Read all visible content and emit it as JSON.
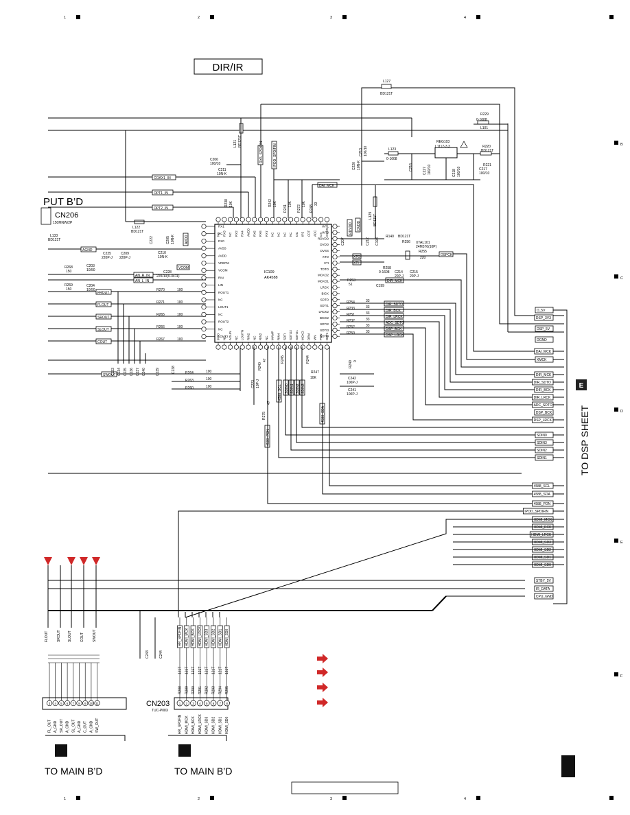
{
  "title": "DIR/IR",
  "side_label": "TO DSP SHEET",
  "top_left_label": "PUT B’D",
  "bottom_labels": [
    "TO MAIN B’D",
    "TO MAIN B’D"
  ],
  "connectors": {
    "cn206": {
      "name": "CN206",
      "part": "150MNW/2P"
    },
    "cn203": {
      "name": "CN203",
      "part": "TUC-P08X"
    },
    "left_pins": [
      "FL_OUT",
      "A_GND",
      "SR_OUT",
      "A_GND",
      "SL_OUT",
      "A_GND",
      "C_OUT",
      "A_GND",
      "SW_OUT"
    ],
    "left_pin_numbers": [
      "3",
      "4",
      "5",
      "6",
      "7",
      "8",
      "9",
      "10",
      "11"
    ],
    "cn203_pins": [
      "HR_SPDFIN",
      "HDMI_MCK",
      "HDMI_BCK",
      "HDMI_LRCK",
      "HDMI_SD3",
      "HDMI_SD2",
      "HDMI_SD1",
      "HDMI_SD0"
    ],
    "cn203_pin_numbers": [
      "1",
      "2",
      "3",
      "4",
      "5",
      "6",
      "7",
      "8"
    ]
  },
  "ic": {
    "ref": "IC109",
    "part": "AK4588",
    "xtal": [
      "XTAL101",
      "24M576(10P)"
    ]
  },
  "ic_left_pins": [
    "RX1",
    "NC",
    "RX0",
    "AVSS",
    "AVDD",
    "VREFM",
    "VCOM",
    "RIN",
    "LIN",
    "ROUT1",
    "NC",
    "LOUT1",
    "NC",
    "ROUT2",
    "NC",
    "LOUT2"
  ],
  "ic_right_pins": [
    "INT1",
    "INT0",
    "RDVDD",
    "DVDD",
    "DVSS",
    "XTO",
    "XTI",
    "TDTO",
    "MCKO2",
    "MCKO1",
    "LRCK",
    "BICK",
    "SDTO",
    "SDTI1",
    "LRCK2",
    "BICK2",
    "SDTI2",
    "SDTI3",
    "SDTI4"
  ],
  "ic_top_pins": [
    "NC",
    "RX3",
    "NC",
    "RX2",
    "RX4",
    "AVDD",
    "RX5",
    "RX6",
    "RX7",
    "NC",
    "NC",
    "NC",
    "NC",
    "I2C",
    "IPS",
    "CDT",
    "ADC",
    "CS",
    "OCKS"
  ],
  "ic_bottom_pins": [
    "IPS0",
    "NC",
    "AOLIN",
    "NC",
    "LOUTN",
    "RIN2",
    "NC",
    "RIN2",
    "NC",
    "MAMP",
    "RIN4",
    "SDTI",
    "SDTO2",
    "SDTO1",
    "MCKO",
    "DEM",
    "VIN",
    "PDN",
    "DZF1"
  ],
  "right_signals": [
    "D_5V",
    "DSP_3V3",
    "DSP_5V",
    "DGND",
    "DAI_MCK",
    "XMCK",
    "DIR_MCK",
    "DIR_SDTO",
    "DIR_BCK",
    "DIR_LRCK",
    "ADC_SDTO",
    "DSP_BCK",
    "DSP_LRCK",
    "SDIN0",
    "SDIN3",
    "SDIN2",
    "SDIN1",
    "4588_SCL",
    "4588_SDA",
    "4588_PDN",
    "IPOD_SPDIFIN",
    "HDMI_MCK",
    "HDMI_BCK",
    "HDMI_LRCK",
    "HDMI_SD3",
    "HDMI_SD2",
    "HDMI_SD1",
    "HDMI_SD0",
    "STBY_5V",
    "IR_DATA",
    "CPU_GND"
  ],
  "left_tags": [
    "COAX1_IN",
    "OPT1_IN",
    "OPT2_IN",
    "AGND",
    "AN_R_IN",
    "AN_L_IN",
    "FROUT",
    "FLOUT",
    "SROUT",
    "SLOUT",
    "COUT",
    "SWOUT"
  ],
  "inner_tags": [
    "DAI_MCK",
    "DIR_SDTO",
    "DIR_BCK",
    "DIR_LRCK",
    "ADC_SDTO",
    "DSP_BCK",
    "DSP_LRCK",
    "DIR_MCK",
    "XTO",
    "XTI",
    "DSPCK",
    "VCOM",
    "AVDD",
    "RDVDD",
    "DVDD",
    "IPOD_SPDIFIN",
    "RX5_SPDIFIN",
    "SDIN0",
    "SDIN1",
    "SDIN2",
    "SDIN3",
    "4588_SCL",
    "4588_SDA",
    "4588_PDN",
    "HR_SPDIFIN"
  ],
  "parts": {
    "L127": [
      "L127",
      "BD121T"
    ],
    "L121": [
      "L121",
      "BD121T"
    ],
    "L122": [
      "L122",
      "BD121T"
    ],
    "L123": [
      "L123",
      "0-1608"
    ],
    "L129": [
      "L129",
      "BD121T"
    ],
    "L133": [
      "L133",
      "BD121T"
    ],
    "L101": [
      "L101"
    ],
    "R229": [
      "R229",
      "0-1608"
    ],
    "R220": [
      "R220",
      "BD121T"
    ],
    "R221": [
      "R221"
    ],
    "REG103": [
      "REG103",
      "L1117-3.3"
    ],
    "C217": [
      "C217",
      "100/10"
    ],
    "C218": [
      "C218",
      "100/10"
    ],
    "C219": [
      "C219"
    ],
    "C211": [
      "C211",
      "10N-K"
    ],
    "C206": [
      "C206",
      "100/10"
    ],
    "C213": [
      "C213",
      "100/10"
    ],
    "C220": [
      "C220",
      "10N-K"
    ],
    "C222": [
      "C222"
    ],
    "C205": [
      "C205",
      "10N-K"
    ],
    "C210": [
      "C210",
      "10N-K"
    ],
    "C228": [
      "C228",
      "220/10(0.3411)"
    ],
    "C225": [
      "C225",
      "220P-J"
    ],
    "C209": [
      "C209",
      "220P-J"
    ],
    "C203": [
      "C203",
      "10/50"
    ],
    "C204": [
      "C204",
      "10/50"
    ],
    "R268": [
      "R268",
      "150"
    ],
    "R269": [
      "R269",
      "150"
    ],
    "R270": [
      "R270",
      "100"
    ],
    "R271": [
      "R271",
      "100"
    ],
    "R265": [
      "R265",
      "100"
    ],
    "R266": [
      "R266",
      "100"
    ],
    "R267": [
      "R267",
      "100"
    ],
    "R264": [
      "R264",
      "100"
    ],
    "R263": [
      "R263",
      "100"
    ],
    "R260": [
      "R260",
      "100"
    ],
    "R254": [
      "R254",
      "33"
    ],
    "R233": [
      "R233",
      "33"
    ],
    "R251": [
      "R251",
      "33"
    ],
    "R232": [
      "R232",
      "33"
    ],
    "R252": [
      "R252",
      "33"
    ],
    "R250": [
      "R250",
      "33"
    ],
    "R253": [
      "R253",
      "51"
    ],
    "C199": [
      "C199"
    ],
    "C214": [
      "C214",
      "20P-J"
    ],
    "C215": [
      "C215",
      "20P-J"
    ],
    "R140": [
      "R140",
      "BD121T"
    ],
    "R256": [
      "R256"
    ],
    "R255": [
      "R255",
      "220"
    ],
    "R258": [
      "R258",
      "0-1608"
    ],
    "R240": [
      "R240",
      "47"
    ],
    "R247": [
      "R247",
      "10K"
    ],
    "R249": [
      "R249",
      "0"
    ],
    "R275": [
      "R275",
      "47"
    ],
    "C242": [
      "C242",
      "100P-J"
    ],
    "C241": [
      "C241",
      "100P-J"
    ],
    "C223": [
      "C223",
      "10P-J"
    ],
    "R238": [
      "R238",
      "10K"
    ],
    "R242": [
      "R242",
      "10K"
    ],
    "R241": [
      "R241",
      "10K"
    ],
    "R272": [
      "R272",
      "10K"
    ],
    "R248": [
      "R248",
      "33"
    ],
    "R245": [
      "R245",
      "10K"
    ],
    "R244": [
      "R244",
      "33"
    ],
    "C243": [
      "C243"
    ],
    "C244": [
      "C244"
    ],
    "C233": [
      "C233"
    ],
    "C234": [
      "C234"
    ],
    "C235": [
      "C235"
    ],
    "C236": [
      "C236"
    ],
    "C237": [
      "C237"
    ],
    "C240": [
      "C240"
    ],
    "C239": [
      "C239"
    ],
    "C238": [
      "C238"
    ],
    "R288": [
      "R288",
      "BD121T"
    ],
    "R289": [
      "R289",
      "BD121T"
    ],
    "R290": [
      "R290",
      "BD121T"
    ],
    "R291": [
      "R291",
      "BD121T"
    ],
    "R292": [
      "R292",
      "BD121T"
    ],
    "R293": [
      "R293",
      "BD121T"
    ],
    "R294": [
      "R294",
      "BD121T"
    ],
    "R295": [
      "R295",
      "BD121T"
    ],
    "C207": [
      "C207"
    ],
    "C212": [
      "C212"
    ],
    "C198": [
      "C198"
    ],
    "C227": [
      "C227",
      "100/10"
    ],
    "C216": [
      "C216"
    ],
    "C226": [
      "C226"
    ]
  },
  "ic_pin1_note": "PDN",
  "border_numbers": [
    "1",
    "2",
    "3",
    "4",
    "1",
    "2",
    "3",
    "4"
  ],
  "border_letters": [
    "B",
    "C",
    "D",
    "E",
    "F"
  ],
  "tab_letter": "E",
  "page_box": "",
  "note_arrows": 4,
  "colors": {
    "arrow": "#d02828",
    "ink": "#000000",
    "tab": "#222222"
  }
}
